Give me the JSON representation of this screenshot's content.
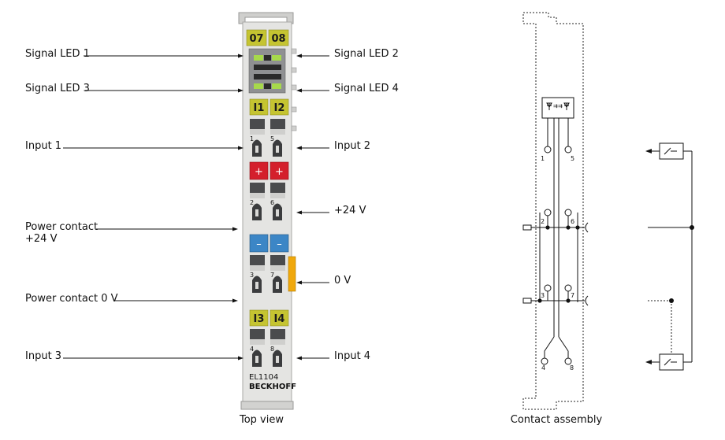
{
  "colors": {
    "body": "#e4e4e2",
    "label_yellow": "#c5c431",
    "plus_red": "#d41f2c",
    "minus_blue": "#3c86c6",
    "side_orange": "#f0a80c",
    "led_green": "#a7d94b"
  },
  "module": {
    "top_tags": [
      "07",
      "08"
    ],
    "upper_tags": [
      "I1",
      "I2"
    ],
    "lower_tags": [
      "I3",
      "I4"
    ],
    "plus_symbol": "+",
    "minus_symbol": "–",
    "model": "EL1104",
    "brand": "BECKHOFF",
    "pin_numbers": [
      "1",
      "5",
      "2",
      "6",
      "3",
      "7",
      "4",
      "8"
    ]
  },
  "callouts": {
    "signal_led_1": "Signal LED 1",
    "signal_led_2": "Signal LED 2",
    "signal_led_3": "Signal LED 3",
    "signal_led_4": "Signal LED 4",
    "input_1": "Input 1",
    "input_2": "Input 2",
    "plus_24v": "+24 V",
    "power_contact_24v_line1": "Power contact",
    "power_contact_24v_line2": "+24 V",
    "zero_v": "0 V",
    "power_contact_0v": "Power contact 0 V",
    "input_3": "Input 3",
    "input_4": "Input 4"
  },
  "schematic": {
    "pin_numbers": [
      "1",
      "5",
      "2",
      "6",
      "3",
      "7",
      "4",
      "8"
    ]
  },
  "captions": {
    "top_view": "Top view",
    "contact_assembly": "Contact assembly"
  }
}
